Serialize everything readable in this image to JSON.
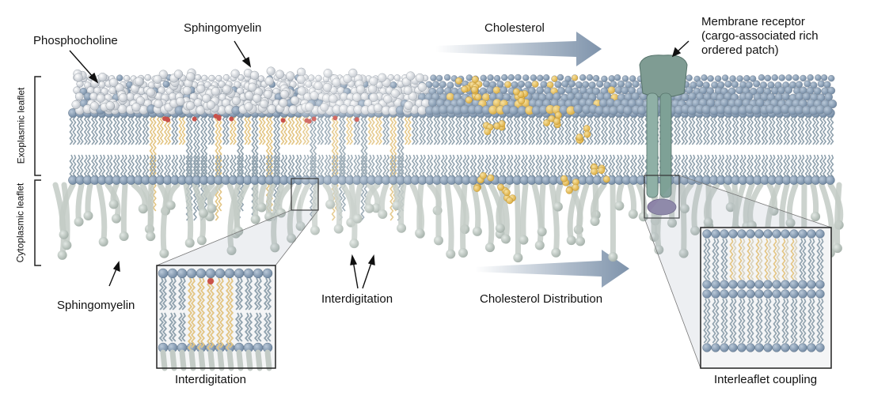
{
  "labels": {
    "phosphocholine": "Phosphocholine",
    "sphingomyelin_top": "Sphingomyelin",
    "sphingomyelin_bottom": "Sphingomyelin",
    "cholesterol": "Cholesterol",
    "receptor_line1": "Membrane receptor",
    "receptor_line2": "(cargo-associated rich",
    "receptor_line3": "ordered patch)",
    "exoplasmic": "Exoplasmic leaflet",
    "cytoplasmic": "Cytoplasmic leaflet",
    "interdigitation_center": "Interdigitation",
    "interdigitation_inset": "Interdigitation",
    "cholesterol_distribution": "Cholesterol Distribution",
    "interleaflet": "Interleaflet coupling"
  },
  "colors": {
    "headgroup_blue": "#7f95ad",
    "headgroup_white": "#e9ebee",
    "tail_gray": "#8fa1ad",
    "sphingo_tail": "#e3c583",
    "cholesterol": "#e8bf55",
    "cytoplasmic_lipid": "#c3cbc6",
    "receptor": "#7f9c93",
    "receptor_base": "#8d84a8",
    "arrow_fill": "#8a9db3"
  }
}
